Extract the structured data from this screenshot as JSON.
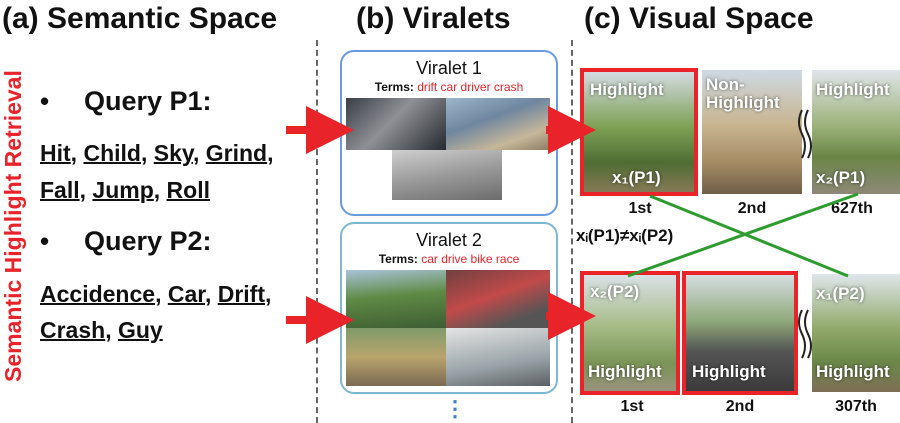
{
  "sections": {
    "a_title": "(a) Semantic Space",
    "b_title": "(b) Viralets",
    "c_title": "(c) Visual Space"
  },
  "vertical_label": "Semantic Highlight Retrieval",
  "query1": {
    "bullet": "•",
    "title": "Query P1:",
    "line1_terms": [
      "Hit",
      "Child",
      "Sky",
      "Grind"
    ],
    "line2_terms": [
      "Fall",
      "Jump",
      "Roll"
    ]
  },
  "query2": {
    "bullet": "•",
    "title": "Query P2:",
    "line1_terms": [
      "Accidence",
      "Car",
      "Drift"
    ],
    "line2_terms": [
      "Crash",
      "Guy"
    ]
  },
  "viralet1": {
    "title": "Viralet 1",
    "terms_label": "Terms:",
    "terms": "drift car driver crash"
  },
  "viralet2": {
    "title": "Viralet 2",
    "terms_label": "Terms:",
    "terms": "car drive bike race"
  },
  "more_dots": "⋮",
  "visual": {
    "top_row": [
      {
        "label": "Highlight",
        "sub": "x₁(P1)",
        "rank": "1st"
      },
      {
        "label": "Non-\nHighlight",
        "sub": "",
        "rank": "2nd"
      },
      {
        "label": "Highlight",
        "sub": "x₂(P1)",
        "rank": "627th"
      }
    ],
    "bottom_row": [
      {
        "label": "Highlight",
        "sub": "x₂(P2)",
        "rank": "1st"
      },
      {
        "label": "Highlight",
        "sub": "",
        "rank": "2nd"
      },
      {
        "label": "Highlight",
        "sub": "x₁(P2)",
        "rank": "307th"
      }
    ],
    "inequality": "xᵢ(P1)≠xᵢ(P2)"
  },
  "colors": {
    "red": "#e8232a",
    "green": "#2e9b2e",
    "viralet1_border": "#6a9be0",
    "viralet2_border": "#7fb7cf"
  }
}
